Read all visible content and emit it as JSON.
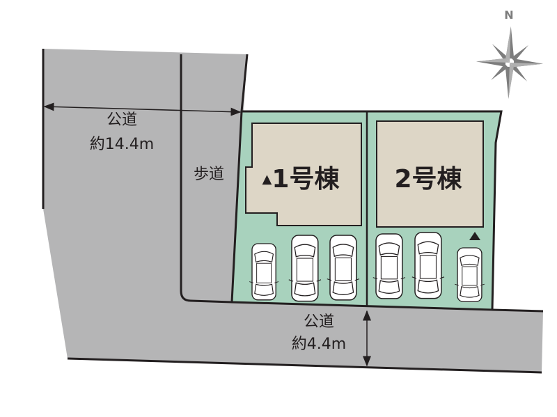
{
  "colors": {
    "road": "#b5b5b6",
    "lot": "#a8d2bd",
    "building": "#ddd6c6",
    "line": "#231f20",
    "compass": "#808080"
  },
  "compass": {
    "label": "N",
    "icon": "compass-rose-icon"
  },
  "west_road": {
    "label": "公道",
    "width": "約14.4m"
  },
  "sidewalk": {
    "label": "歩道"
  },
  "south_road": {
    "label": "公道",
    "width": "約4.4m"
  },
  "buildings": [
    {
      "marker": "▲",
      "label": "1号棟"
    },
    {
      "marker": "",
      "label": "2号棟"
    }
  ],
  "entrance_marker": "▲",
  "parking_count": 6
}
